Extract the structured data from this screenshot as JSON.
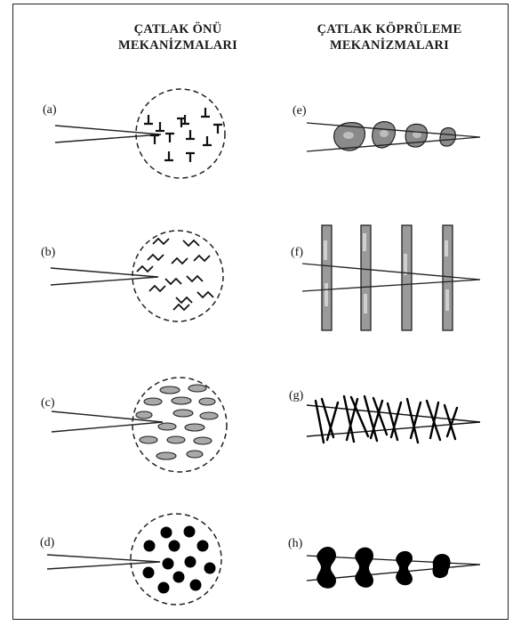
{
  "headings": {
    "left": [
      "ÇATLAK ÖNÜ",
      "MEKANİZMALARI"
    ],
    "right": [
      "ÇATLAK KÖPRÜLEME",
      "MEKANİZMALARI"
    ]
  },
  "panels": [
    {
      "label": "(a)",
      "kind": "dislocations"
    },
    {
      "label": "(b)",
      "kind": "microcracks"
    },
    {
      "label": "(c)",
      "kind": "ellipses"
    },
    {
      "label": "(d)",
      "kind": "dots"
    },
    {
      "label": "(e)",
      "kind": "grain-bridges"
    },
    {
      "label": "(f)",
      "kind": "fiber-bridges"
    },
    {
      "label": "(g)",
      "kind": "whisker-bridges"
    },
    {
      "label": "(h)",
      "kind": "ligament-bridges"
    }
  ]
}
